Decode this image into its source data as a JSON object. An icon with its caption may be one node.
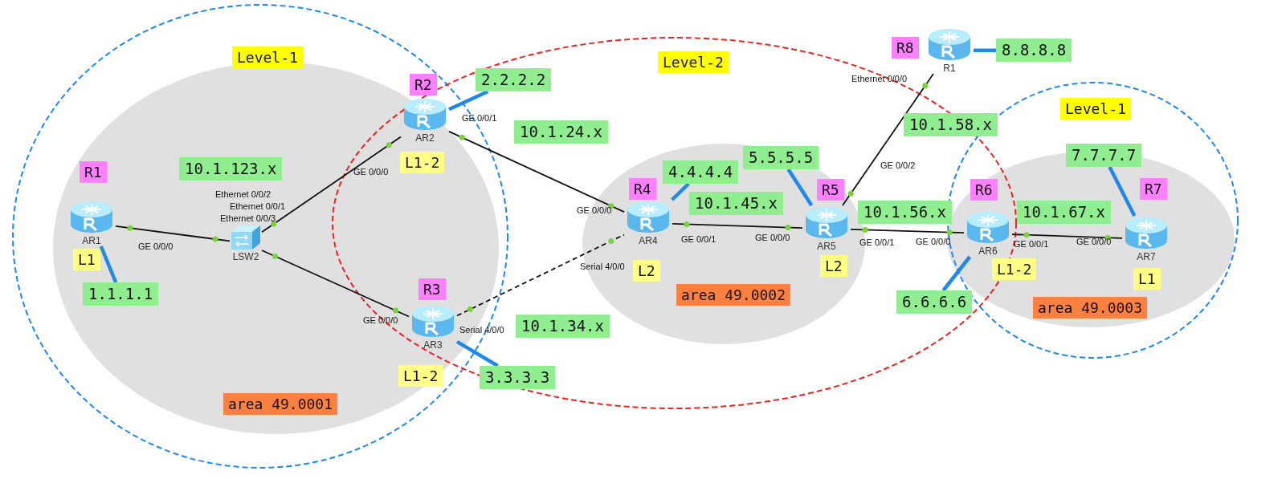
{
  "diagram": {
    "nodes": [
      {
        "text": [
          "AR1"
        ],
        "beside": [
          "R1",
          "L1"
        ]
      },
      {
        "text": [
          "LSW2"
        ]
      },
      {
        "text": [
          "AR2"
        ],
        "beside": [
          "R2",
          "L1-2"
        ]
      },
      {
        "text": [
          "AR3"
        ],
        "beside": [
          "R3",
          "L1-2"
        ]
      },
      {
        "text": [
          "AR4"
        ],
        "beside": [
          "R4",
          "L2"
        ]
      },
      {
        "text": [
          "AR5"
        ],
        "beside": [
          "R5",
          "L2"
        ]
      },
      {
        "text": [
          "R1"
        ],
        "beside": [
          "R8"
        ]
      },
      {
        "text": [
          "AR6"
        ],
        "beside": [
          "R6",
          "L1-2"
        ]
      },
      {
        "text": [
          "AR7"
        ],
        "beside": [
          "R7",
          "L1"
        ]
      },
      {
        "text": [
          "1.1.1.1"
        ]
      },
      {
        "text": [
          "2.2.2.2"
        ]
      },
      {
        "text": [
          "3.3.3.3"
        ]
      },
      {
        "text": [
          "4.4.4.4"
        ]
      },
      {
        "text": [
          "5.5.5.5"
        ]
      },
      {
        "text": [
          "6.6.6.6"
        ]
      },
      {
        "text": [
          "7.7.7.7"
        ]
      },
      {
        "text": [
          "8.8.8.8"
        ]
      },
      {
        "text": [
          "10.1.123.x"
        ]
      },
      {
        "text": [
          "10.1.24.x"
        ]
      },
      {
        "text": [
          "10.1.34.x"
        ]
      },
      {
        "text": [
          "10.1.45.x"
        ]
      },
      {
        "text": [
          "10.1.58.x"
        ]
      },
      {
        "text": [
          "10.1.56.x"
        ]
      },
      {
        "text": [
          "10.1.67.x"
        ]
      }
    ],
    "edges": [
      {
        "from": 0,
        "to": 1,
        "arrow": "none"
      },
      {
        "from": 1,
        "to": 2,
        "arrow": "none"
      },
      {
        "from": 1,
        "to": 3,
        "arrow": "none"
      },
      {
        "from": 2,
        "to": 4,
        "arrow": "none"
      },
      {
        "from": 3,
        "to": 4,
        "arrow": "none",
        "style": "dashed"
      },
      {
        "from": 4,
        "to": 5,
        "arrow": "none"
      },
      {
        "from": 5,
        "to": 6,
        "arrow": "none"
      },
      {
        "from": 5,
        "to": 7,
        "arrow": "none"
      },
      {
        "from": 7,
        "to": 8,
        "arrow": "none"
      },
      {
        "from": 0,
        "to": 9,
        "arrow": "none",
        "style": "thick",
        "color": "#1e88f0"
      },
      {
        "from": 2,
        "to": 10,
        "arrow": "none",
        "style": "thick",
        "color": "#1e88f0"
      },
      {
        "from": 3,
        "to": 11,
        "arrow": "none",
        "style": "thick",
        "color": "#1e88f0"
      },
      {
        "from": 4,
        "to": 12,
        "arrow": "none",
        "style": "thick",
        "color": "#1e88f0"
      },
      {
        "from": 5,
        "to": 13,
        "arrow": "none",
        "style": "thick",
        "color": "#1e88f0"
      },
      {
        "from": 7,
        "to": 14,
        "arrow": "none",
        "style": "thick",
        "color": "#1e88f0"
      },
      {
        "from": 8,
        "to": 15,
        "arrow": "none",
        "style": "thick",
        "color": "#1e88f0"
      },
      {
        "from": 6,
        "to": 16,
        "arrow": "none",
        "style": "thick",
        "color": "#1e88f0"
      }
    ],
    "labels": [
      "Level-1",
      "Level-2",
      "Level-1",
      "area 49.0001",
      "area 49.0002",
      "area 49.0003",
      "GE 0/0/0",
      "Ethernet 0/0/2",
      "Ethernet 0/0/1",
      "Ethernet 0/0/3",
      "GE 0/0/0",
      "GE 0/0/1",
      "GE 0/0/0",
      "Serial 4/0/0",
      "GE 0/0/0",
      "Serial 4/0/0",
      "GE 0/0/1",
      "GE 0/0/0",
      "Ethernet 0/0/0",
      "GE 0/0/2",
      "GE 0/0/1",
      "GE 0/0/0",
      "GE 0/0/1",
      "GE 0/0/0"
    ]
  }
}
